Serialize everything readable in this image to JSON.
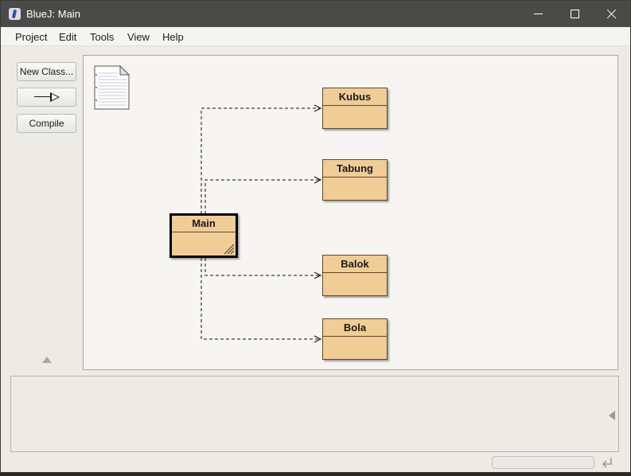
{
  "window": {
    "title": "BlueJ:  Main",
    "icon": "bluej-app-icon",
    "controls": [
      "minimize",
      "maximize",
      "close"
    ]
  },
  "menubar": {
    "items": [
      "Project",
      "Edit",
      "Tools",
      "View",
      "Help"
    ]
  },
  "sidebar": {
    "new_class_label": "New Class...",
    "inheritance_icon": "inheritance-arrow-icon",
    "compile_label": "Compile"
  },
  "diagram": {
    "readme_icon": "readme-document-icon",
    "classes": [
      {
        "name": "Main",
        "selected": true
      },
      {
        "name": "Kubus"
      },
      {
        "name": "Tabung"
      },
      {
        "name": "Balok"
      },
      {
        "name": "Bola"
      }
    ],
    "dependencies": [
      {
        "from": "Main",
        "to": "Kubus"
      },
      {
        "from": "Main",
        "to": "Tabung"
      },
      {
        "from": "Main",
        "to": "Balok"
      },
      {
        "from": "Main",
        "to": "Bola"
      }
    ],
    "colors": {
      "class_fill": "#f0cc96",
      "canvas_bg": "#f6f5f1",
      "titlebar_bg": "#4a4a48"
    }
  }
}
